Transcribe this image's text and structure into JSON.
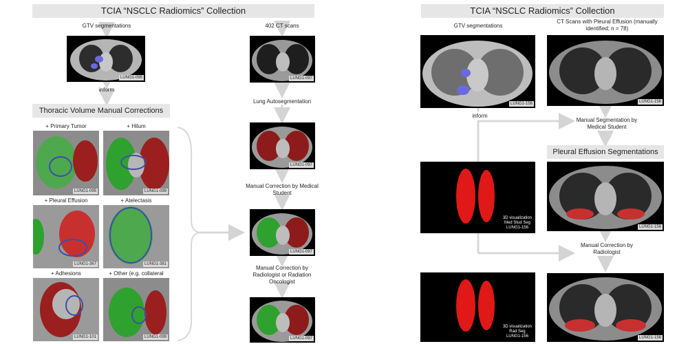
{
  "left": {
    "title": "TCIA “NSCLC Radiomics” Collection",
    "gtv_label": "GTV segmentations",
    "gtv_id": "LUNG1-095",
    "inform": "inform",
    "corrections_title": "Thoracic Volume Manual Corrections",
    "cases": [
      {
        "label": "+ Primary Tumor",
        "id": "LUNG1-095"
      },
      {
        "label": "+ Hilum",
        "id": "LUNG1-099"
      },
      {
        "label": "+ Pleural Effusion",
        "id": "LUNG1-367"
      },
      {
        "label": "+ Atelectasis",
        "id": "LUNG1-381"
      },
      {
        "label": "+ Adhesions",
        "id": "LUNG1-101"
      },
      {
        "label": "+ Other (e.g. collateral vessel)",
        "id": "LUNG1-099"
      }
    ],
    "pipeline": [
      {
        "label": "402 CT scans",
        "id": "LUNG1-097"
      },
      {
        "label": "Lung Autosegmentation",
        "id": "LUNG1-097"
      },
      {
        "label": "Manual Correction by Medical Student",
        "id": "LUNG1-097"
      },
      {
        "label": "Manual Correction by Radiologist or Radiation Oncologist",
        "id": "LUNG1-097"
      }
    ]
  },
  "right": {
    "title": "TCIA “NSCLC Radiomics” Collection",
    "gtv_label": "GTV segmentations",
    "gtv_id": "LUNG1-156",
    "effusion_label": "CT Scans with Pleural Effusion (manually identified; n = 78)",
    "effusion_id": "LUNG1-156",
    "inform": "inform",
    "med_student_label": "Manual Segmentation by Medical Student",
    "pleural_title": "Pleural Effusion Segmentations",
    "viz1_caption": [
      "3D visualization",
      "Med Stud Seg",
      "LUNG1-156"
    ],
    "seg1_id": "LUNG1-156",
    "radiologist_label": "Manual Correction by Radiologist",
    "viz2_caption": [
      "3D visualization",
      "Rad Seg",
      "LUNG1-156"
    ],
    "seg2_id": "LUNG1-156"
  }
}
